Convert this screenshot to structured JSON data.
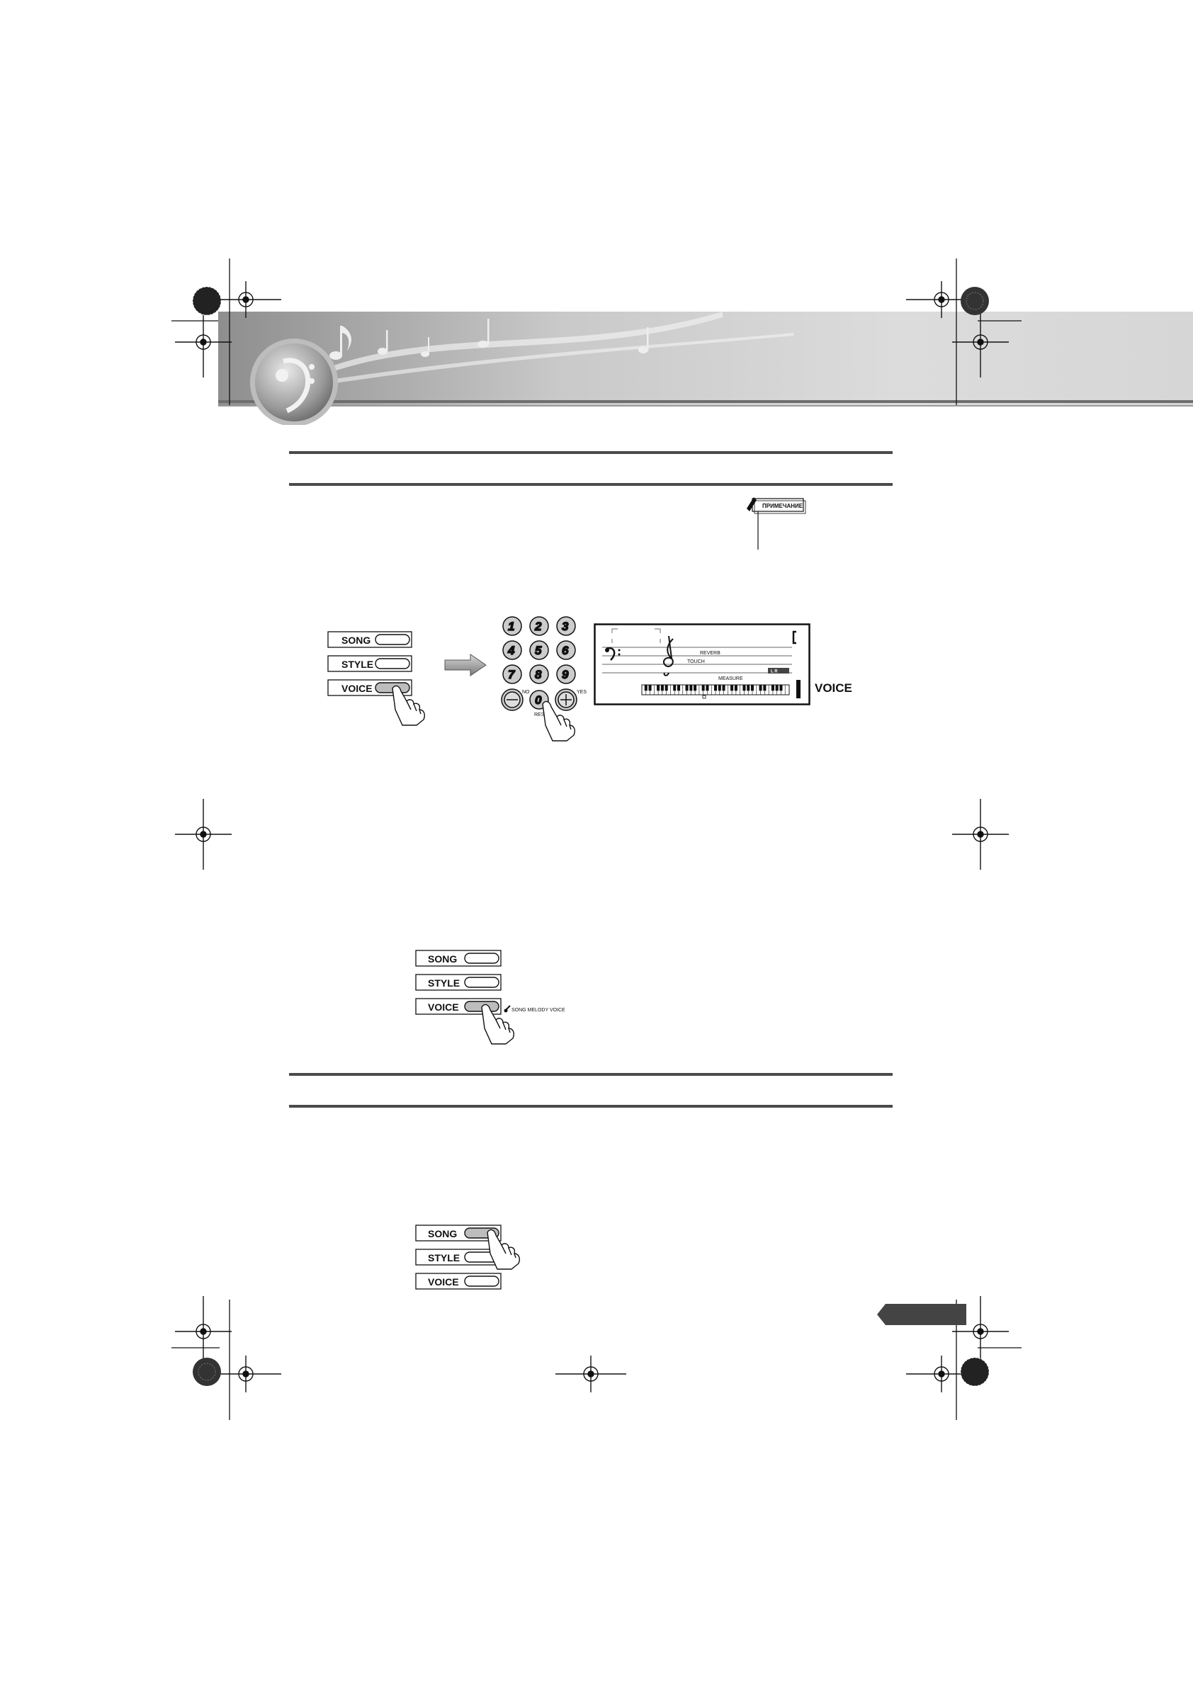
{
  "note_box": {
    "label": "ПРИМЕЧАНИЕ"
  },
  "panel_top": {
    "buttons": [
      "SONG",
      "STYLE",
      "VOICE"
    ]
  },
  "keypad": {
    "keys": [
      "1",
      "2",
      "3",
      "4",
      "5",
      "6",
      "7",
      "8",
      "9",
      "0"
    ],
    "no_label": "NO",
    "yes_label": "YES",
    "reset_label": "RESET"
  },
  "lcd": {
    "reverb": "REVERB",
    "touch": "TOUCH",
    "measure": "MEASURE",
    "lr": "L  R"
  },
  "voice_tag": "VOICE",
  "panel_middle": {
    "buttons": [
      "SONG",
      "STYLE",
      "VOICE"
    ],
    "indicator": "SONG MELODY VOICE"
  },
  "panel_bottom": {
    "buttons": [
      "SONG",
      "STYLE",
      "VOICE"
    ]
  },
  "colors": {
    "rule": "#4a4a4a",
    "banner_dark": "#8a8a8a",
    "banner_light": "#e6e6e6",
    "tab": "#444444"
  }
}
